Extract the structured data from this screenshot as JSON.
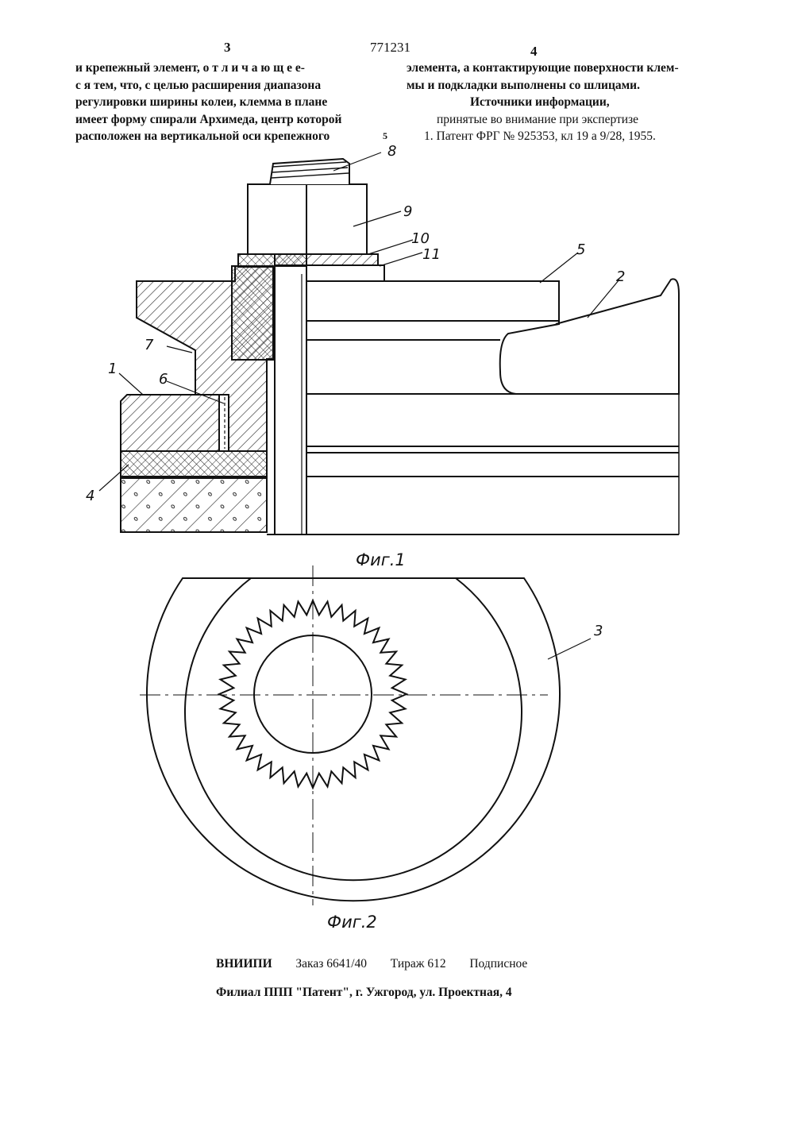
{
  "header": {
    "page_left": "3",
    "patent_number": "771231",
    "page_right": "4"
  },
  "left_column": [
    "и крепежный элемент, о т л и ч а ю щ е е-",
    "с я   тем, что, с целью расширения диапазона",
    "регулировки ширины колеи, клемма в плане",
    "имеет форму спирали Архимеда, центр которой",
    "расположен на вертикальной оси крепежного"
  ],
  "line_number": "5",
  "right_column": [
    "элемента, а контактирующие поверхности клем-",
    "мы и подкладки выполнены со шлицами."
  ],
  "sources": {
    "title": "Источники информации,",
    "subtitle": "принятые во внимание при экспертизе",
    "item1": "1. Патент ФРГ № 925353, кл 19 а 9/28, 1955."
  },
  "figure1": {
    "caption": "Фиг.1",
    "labels": [
      "1",
      "2",
      "4",
      "5",
      "6",
      "7",
      "8",
      "9",
      "10",
      "11"
    ]
  },
  "figure2": {
    "caption": "Фиг.2",
    "label": "3"
  },
  "footer": {
    "org": "ВНИИПИ",
    "order": "Заказ 6641/40",
    "circulation": "Тираж 612",
    "subscription": "Подписное",
    "branch": "Филиал ППП \"Патент\", г. Ужгород, ул. Проектная, 4"
  }
}
